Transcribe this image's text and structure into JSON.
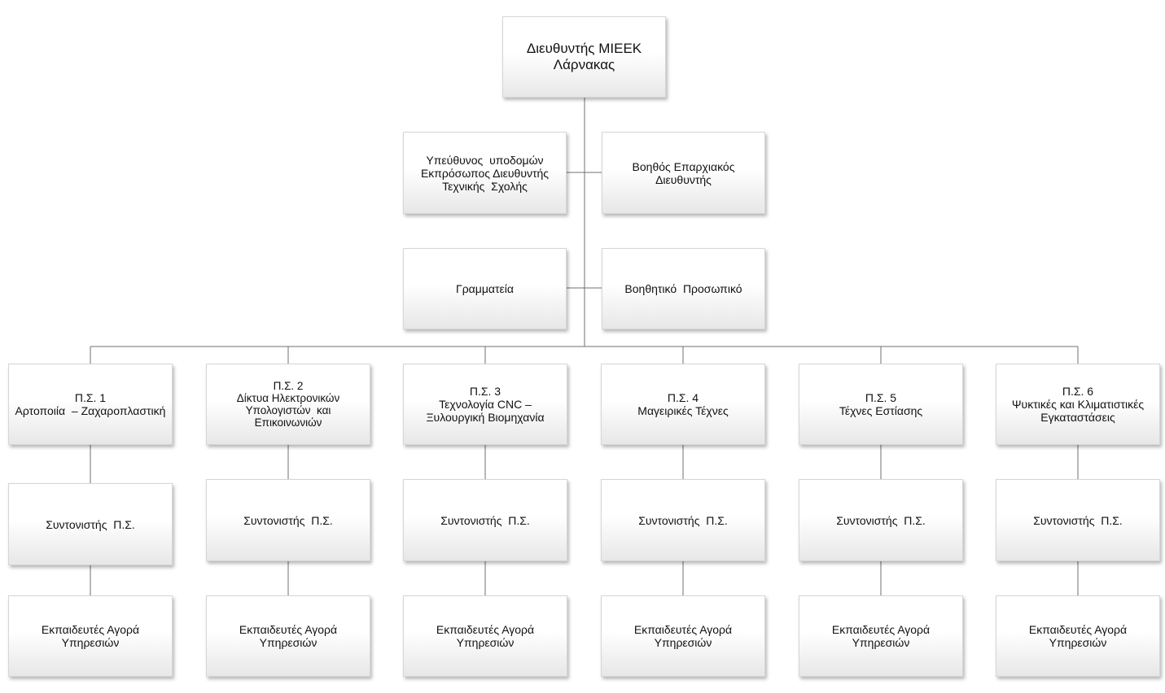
{
  "director": {
    "line1": "Διευθυντής ΜΙΕΕΚ",
    "line2": "Λάρνακας"
  },
  "staff": {
    "infrastructure": {
      "line1": "Υπεύθυνος  υποδομών",
      "line2": "Εκπρόσωπος Διευθυντής",
      "line3": "Τεχνικής  Σχολής"
    },
    "assistant_director": {
      "line1": "Βοηθός Επαρχιακός",
      "line2": "Διευθυντής"
    },
    "secretariat": {
      "line1": "Γραμματεία"
    },
    "support_staff": {
      "line1": "Βοηθητικό  Προσωπικό"
    }
  },
  "programs": [
    {
      "code": "Π.Σ. 1",
      "name_lines": [
        "Αρτοποιία  – Ζαχαροπλαστική"
      ],
      "coordinator": "Συντονιστής  Π.Σ.",
      "trainers_line1": "Εκπαιδευτές Αγορά",
      "trainers_line2": "Υπηρεσιών"
    },
    {
      "code": "Π.Σ. 2",
      "name_lines": [
        "Δίκτυα Ηλεκτρονικών",
        "Υπολογιστών  και",
        "Επικοινωνιών"
      ],
      "coordinator": "Συντονιστής  Π.Σ.",
      "trainers_line1": "Εκπαιδευτές Αγορά",
      "trainers_line2": "Υπηρεσιών"
    },
    {
      "code": "Π.Σ. 3",
      "name_lines": [
        "Τεχνολογία CNC –",
        "Ξυλουργική Βιομηχανία"
      ],
      "coordinator": "Συντονιστής  Π.Σ.",
      "trainers_line1": "Εκπαιδευτές Αγορά",
      "trainers_line2": "Υπηρεσιών"
    },
    {
      "code": "Π.Σ. 4",
      "name_lines": [
        "Μαγειρικές Τέχνες"
      ],
      "coordinator": "Συντονιστής  Π.Σ.",
      "trainers_line1": "Εκπαιδευτές Αγορά",
      "trainers_line2": "Υπηρεσιών"
    },
    {
      "code": "Π.Σ. 5",
      "name_lines": [
        "Τέχνες Εστίασης"
      ],
      "coordinator": "Συντονιστής  Π.Σ.",
      "trainers_line1": "Εκπαιδευτές Αγορά",
      "trainers_line2": "Υπηρεσιών"
    },
    {
      "code": "Π.Σ. 6",
      "name_lines": [
        "Ψυκτικές και Κλιματιστικές",
        "Εγκαταστάσεις"
      ],
      "coordinator": "Συντονιστής  Π.Σ.",
      "trainers_line1": "Εκπαιδευτές Αγορά",
      "trainers_line2": "Υπηρεσιών"
    }
  ],
  "colors": {
    "connector": "#707070",
    "box_border": "#d6d6d6",
    "box_gradient_bottom": "#e7e7e7"
  }
}
